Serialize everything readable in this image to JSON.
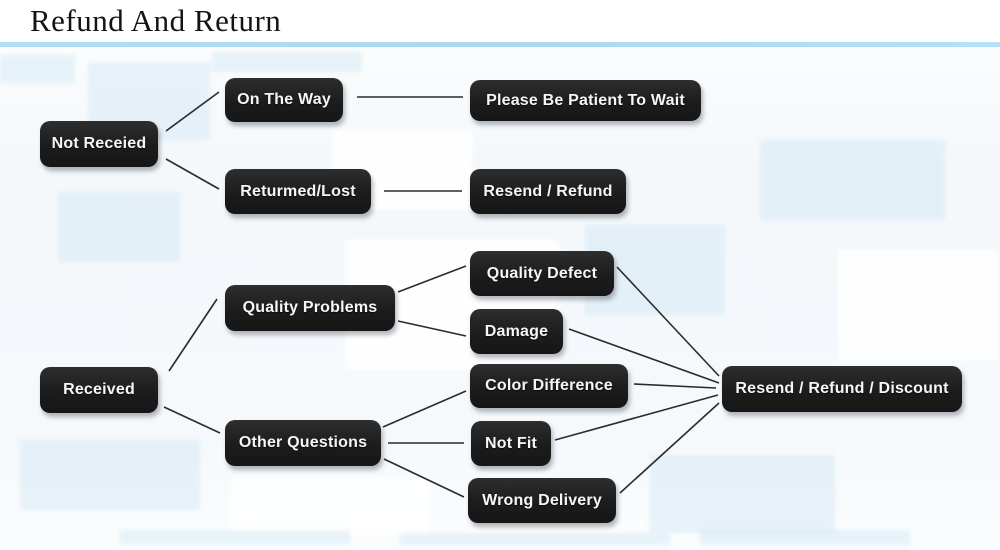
{
  "header": {
    "title": "Refund And Return"
  },
  "diagram": {
    "nodes": {
      "not_received": {
        "label": "Not Receied"
      },
      "on_the_way": {
        "label": "On The Way"
      },
      "be_patient": {
        "label": "Please Be Patient To Wait"
      },
      "returned_lost": {
        "label": "Returmed/Lost"
      },
      "resend_refund": {
        "label": "Resend / Refund"
      },
      "quality_problems": {
        "label": "Quality Problems"
      },
      "quality_defect": {
        "label": "Quality Defect"
      },
      "damage": {
        "label": "Damage"
      },
      "received": {
        "label": "Received"
      },
      "color_difference": {
        "label": "Color Difference"
      },
      "other_questions": {
        "label": "Other Questions"
      },
      "not_fit": {
        "label": "Not Fit"
      },
      "wrong_delivery": {
        "label": "Wrong Delivery"
      },
      "resend_refund_discount": {
        "label": "Resend / Refund / Discount"
      }
    },
    "edges": [
      {
        "from": "Not Receied",
        "to": "On The Way"
      },
      {
        "from": "Not Receied",
        "to": "Returmed/Lost"
      },
      {
        "from": "On The Way",
        "to": "Please Be Patient To Wait"
      },
      {
        "from": "Returmed/Lost",
        "to": "Resend / Refund"
      },
      {
        "from": "Received",
        "to": "Quality Problems"
      },
      {
        "from": "Received",
        "to": "Other Questions"
      },
      {
        "from": "Quality Problems",
        "to": "Quality Defect"
      },
      {
        "from": "Quality Problems",
        "to": "Damage"
      },
      {
        "from": "Other Questions",
        "to": "Color Difference"
      },
      {
        "from": "Other Questions",
        "to": "Not Fit"
      },
      {
        "from": "Other Questions",
        "to": "Wrong Delivery"
      },
      {
        "from": "Quality Defect",
        "to": "Resend / Refund / Discount"
      },
      {
        "from": "Damage",
        "to": "Resend / Refund / Discount"
      },
      {
        "from": "Color Difference",
        "to": "Resend / Refund / Discount"
      },
      {
        "from": "Not Fit",
        "to": "Resend / Refund / Discount"
      },
      {
        "from": "Wrong Delivery",
        "to": "Resend / Refund / Discount"
      }
    ]
  },
  "colors": {
    "node_background": "#1e1e1e",
    "node_text": "#f6f6f6",
    "accent_rule": "#aedcf2",
    "connector": "#2b2b2b",
    "title_text": "#141414",
    "page_background": "#f5f9fc"
  }
}
